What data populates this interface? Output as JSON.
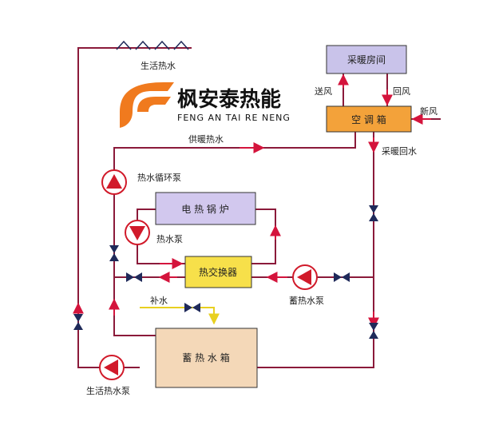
{
  "brand": {
    "name": "枫安泰热能",
    "subtitle": "FENG AN TAI RE NENG"
  },
  "labels": {
    "domestic_hot_water": "生活热水",
    "heating_hot_water": "供暖热水",
    "hot_water_circ_pump": "热水循环泵",
    "hot_water_pump": "热水泵",
    "storage_pump": "蓄热水泵",
    "makeup_water": "补水",
    "domestic_hot_water_pump": "生活热水泵",
    "supply_air": "送风",
    "return_air": "回风",
    "fresh_air": "新风",
    "heating_return_water": "采暖回水"
  },
  "boxes": {
    "heating_room": "采暖房间",
    "ahu": "空 调 箱",
    "electric_boiler": "电 热 锅 炉",
    "heat_exchanger": "热交换器",
    "storage_tank": "蓄 热 水 箱"
  },
  "colors": {
    "pipe": "#8b1a3a",
    "arrow_red": "#d4143c",
    "pump_red": "#d11a2a",
    "valve_navy": "#1f2a5a",
    "makeup_yellow": "#e8d020",
    "heating_room_fill": "#c9c3ea",
    "ahu_fill": "#f3a23a",
    "boiler_fill": "#d2c8ee",
    "exchanger_fill": "#f7e04a",
    "tank_fill": "#f4d8b8",
    "brand_orange": "#f07a1e"
  }
}
